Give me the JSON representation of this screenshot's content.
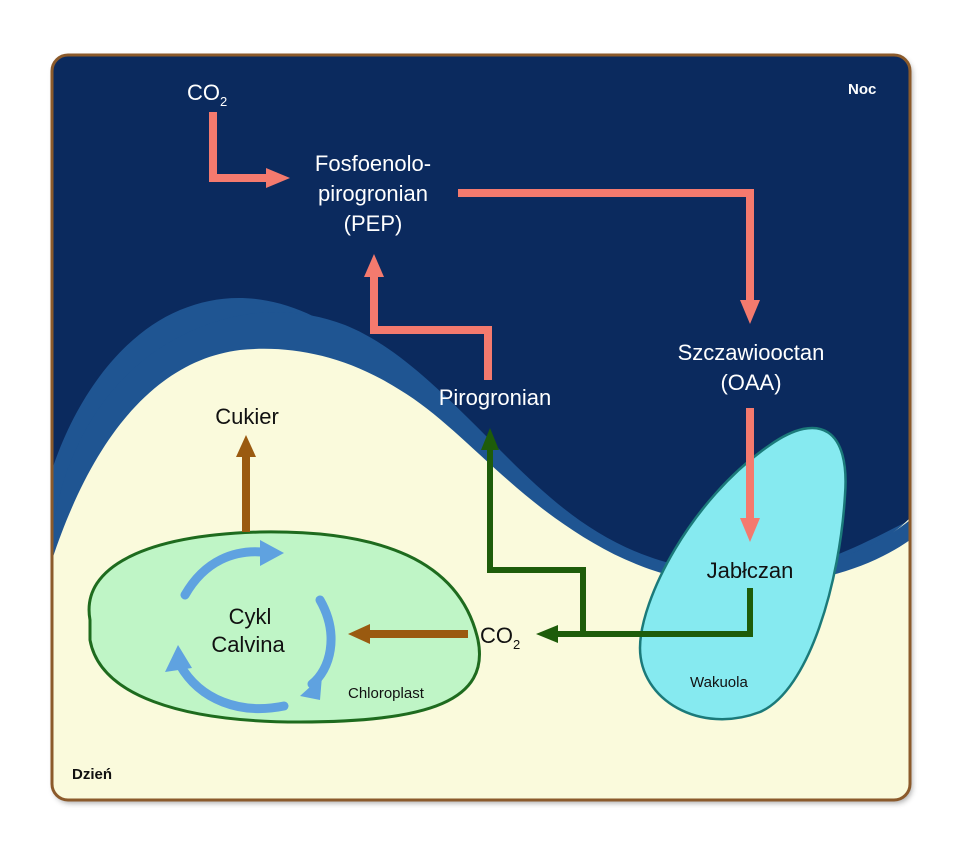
{
  "corner_labels": {
    "night": "Noc",
    "day": "Dzień"
  },
  "molecules": {
    "co2_top": {
      "main": "CO",
      "sub": "2"
    },
    "pep_line1": "Fosfoenolo-",
    "pep_line2": "pirogronian",
    "pep_line3": "(PEP)",
    "oaa_line1": "Szczawiooctan",
    "oaa_line2": "(OAA)",
    "pyruvate": "Pirogronian",
    "sugar": "Cukier",
    "malate": "Jabłczan",
    "co2_mid": {
      "main": "CO",
      "sub": "2"
    }
  },
  "compartments": {
    "chloroplast": "Chloroplast",
    "vacuole": "Wakuola"
  },
  "calvin_cycle": {
    "line1": "Cykl",
    "line2": "Calvina"
  },
  "colors": {
    "night_bg": "#0b2a5e",
    "wave": "#1f5592",
    "day_bg": "#fafadc",
    "frame": "#8b5a2b",
    "chloroplast_fill": "#bff5c6",
    "chloroplast_stroke": "#1e6b1e",
    "vacuole_fill": "#86eaf0",
    "vacuole_stroke": "#1b7a7a",
    "night_arrow": "#f47a6e",
    "green_arrow": "#1e5c0a",
    "brown_arrow": "#9a5a10",
    "cycle_arrow": "#5fa2e0"
  }
}
